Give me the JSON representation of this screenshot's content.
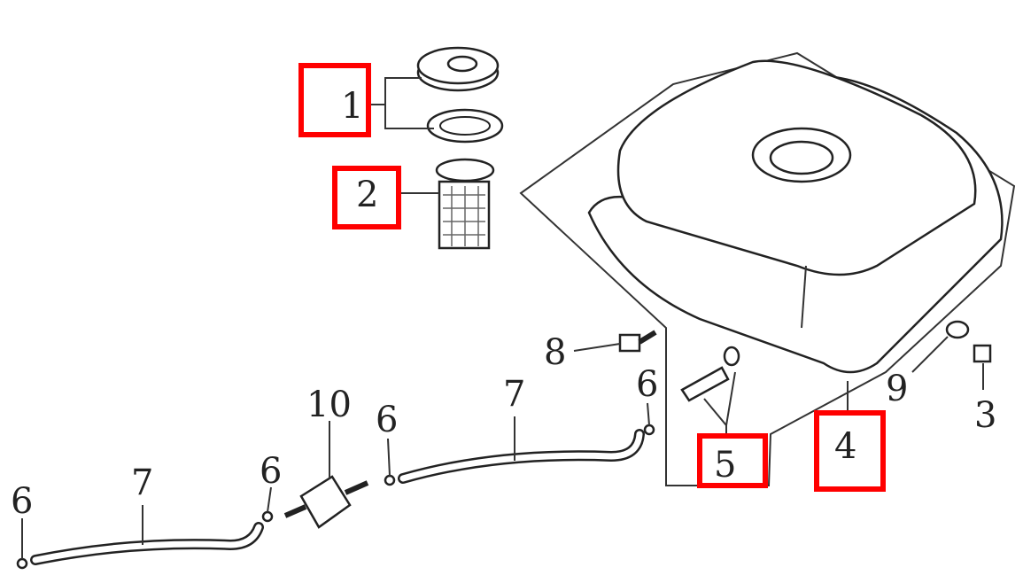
{
  "diagram": {
    "title": "Fuel tank assembly exploded parts diagram",
    "highlight_color": "#ff0000",
    "callouts": {
      "c1": "1",
      "c2": "2",
      "c3": "3",
      "c4": "4",
      "c5": "5",
      "c6a": "6",
      "c6b": "6",
      "c6c": "6",
      "c6d": "6",
      "c7a": "7",
      "c7b": "7",
      "c8": "8",
      "c9": "9",
      "c10": "10"
    },
    "highlighted": [
      "1",
      "2",
      "4",
      "5"
    ]
  }
}
